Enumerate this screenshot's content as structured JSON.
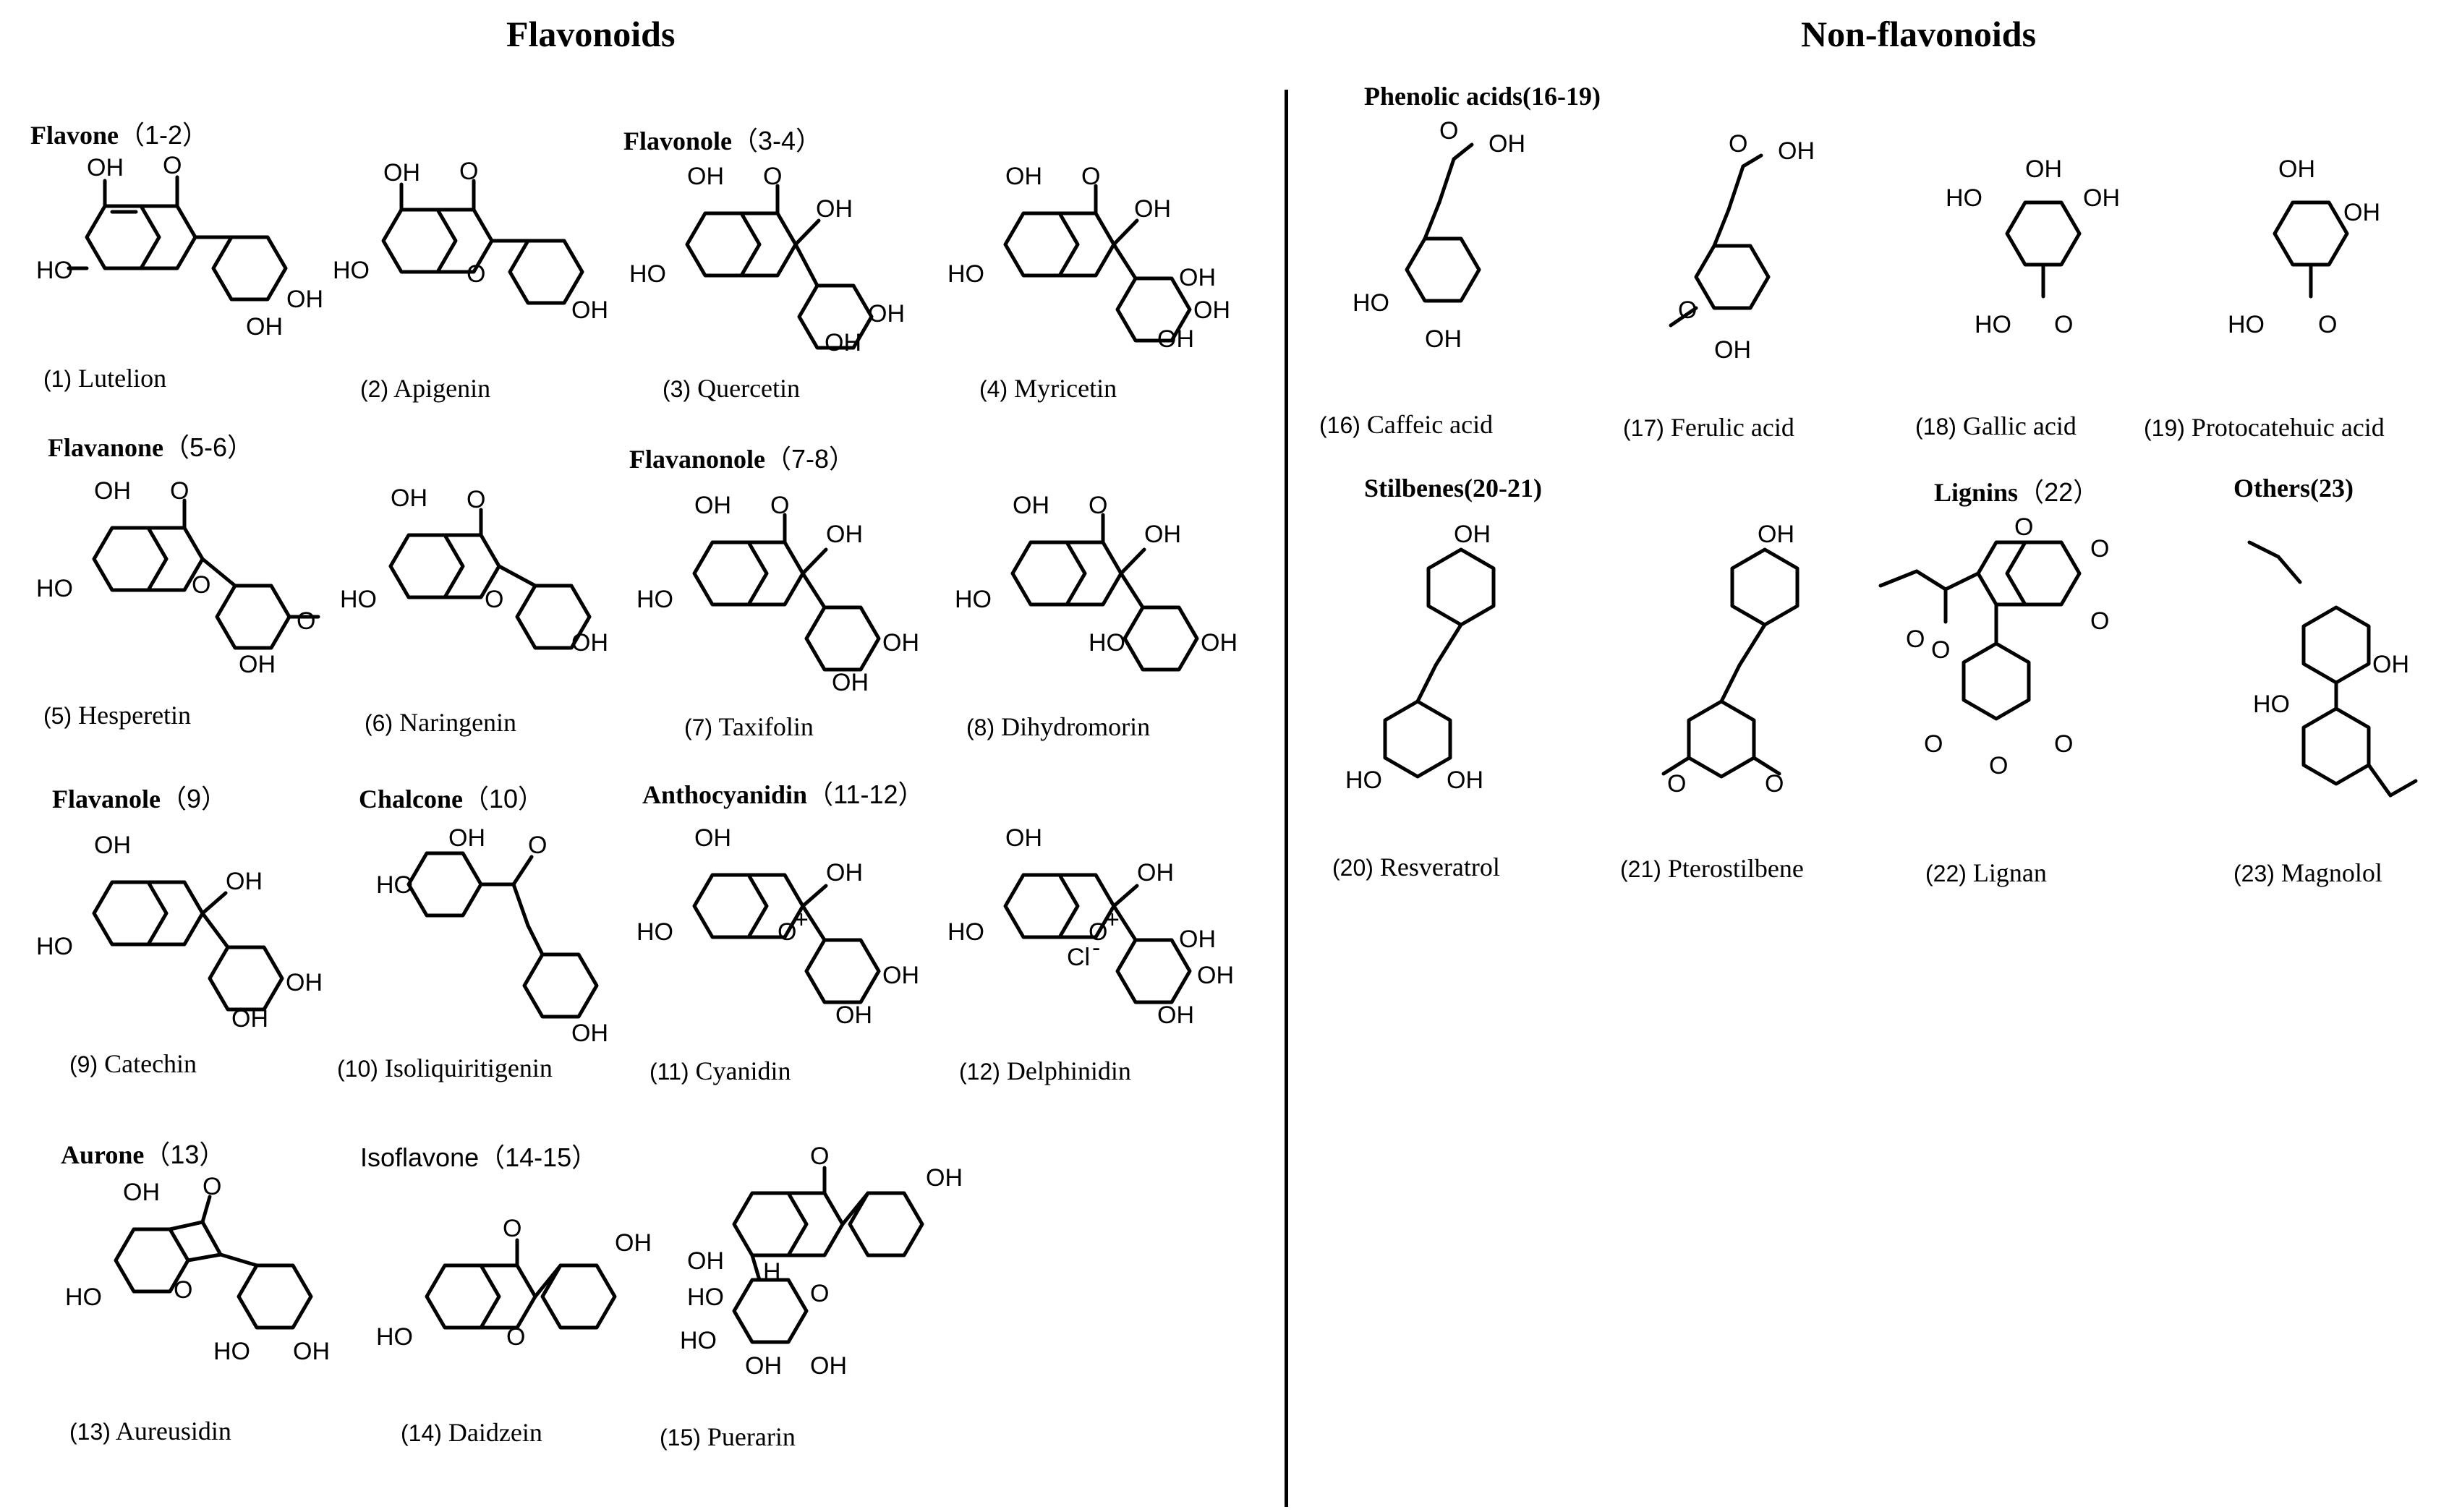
{
  "sections": {
    "left_title": "Flavonoids",
    "right_title": "Non-flavonoids"
  },
  "groups": [
    {
      "name": "Flavone",
      "range": "（1-2）"
    },
    {
      "name": "Flavonole",
      "range": "（3-4）"
    },
    {
      "name": "Flavanone",
      "range": "（5-6）"
    },
    {
      "name": "Flavanonole",
      "range": "（7-8）"
    },
    {
      "name": "Flavanole",
      "range": "（9）"
    },
    {
      "name": "Chalcone",
      "range": "（10）"
    },
    {
      "name": "Anthocyanidin",
      "range": "（11-12）"
    },
    {
      "name": "Aurone",
      "range": "（13）"
    },
    {
      "name": "Isoflavone",
      "range": "（14-15）"
    },
    {
      "name": "Phenolic acids(16-19)",
      "range": ""
    },
    {
      "name": "Stilbenes(20-21)",
      "range": ""
    },
    {
      "name": "Lignins",
      "range": "（22）"
    },
    {
      "name": "Others(23)",
      "range": ""
    }
  ],
  "compounds": [
    {
      "num": "(1)",
      "name": "Lutelion"
    },
    {
      "num": "(2)",
      "name": "Apigenin"
    },
    {
      "num": "(3)",
      "name": "Quercetin"
    },
    {
      "num": "(4)",
      "name": "Myricetin"
    },
    {
      "num": "(5)",
      "name": "Hesperetin"
    },
    {
      "num": "(6)",
      "name": "Naringenin"
    },
    {
      "num": "(7)",
      "name": "Taxifolin"
    },
    {
      "num": "(8)",
      "name": "Dihydromorin"
    },
    {
      "num": "(9)",
      "name": "Catechin"
    },
    {
      "num": "(10)",
      "name": "Isoliquiritigenin"
    },
    {
      "num": "(11)",
      "name": "Cyanidin"
    },
    {
      "num": "(12)",
      "name": "Delphinidin"
    },
    {
      "num": "(13)",
      "name": "Aureusidin"
    },
    {
      "num": "(14)",
      "name": "Daidzein"
    },
    {
      "num": "(15)",
      "name": "Puerarin"
    },
    {
      "num": "(16)",
      "name": "Caffeic acid"
    },
    {
      "num": "(17)",
      "name": "Ferulic acid"
    },
    {
      "num": "(18)",
      "name": "Gallic acid"
    },
    {
      "num": "(19)",
      "name": "Protocatehuic acid"
    },
    {
      "num": "(20)",
      "name": "Resveratrol"
    },
    {
      "num": "(21)",
      "name": "Pterostilbene"
    },
    {
      "num": "(22)",
      "name": "Lignan"
    },
    {
      "num": "(23)",
      "name": "Magnolol"
    }
  ],
  "atoms": {
    "oh": "OH",
    "ho": "HO",
    "o": "O",
    "h": "H",
    "cl": "Cl",
    "minus": "-",
    "plus": "+"
  }
}
